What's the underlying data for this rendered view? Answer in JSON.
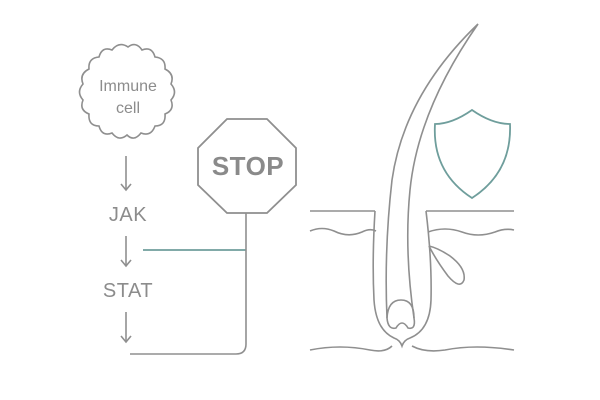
{
  "pathway": {
    "immune_cell_line1": "Immune",
    "immune_cell_line2": "cell",
    "jak": "JAK",
    "stat": "STAT"
  },
  "stop_sign": {
    "label": "STOP"
  },
  "colors": {
    "line": "#8f8f8f",
    "accent": "#6f9e9c",
    "text": "#8c8c8c"
  },
  "icons": [
    "immune-cell-blob",
    "stop-sign-octagon",
    "shield-icon",
    "hair-follicle"
  ]
}
